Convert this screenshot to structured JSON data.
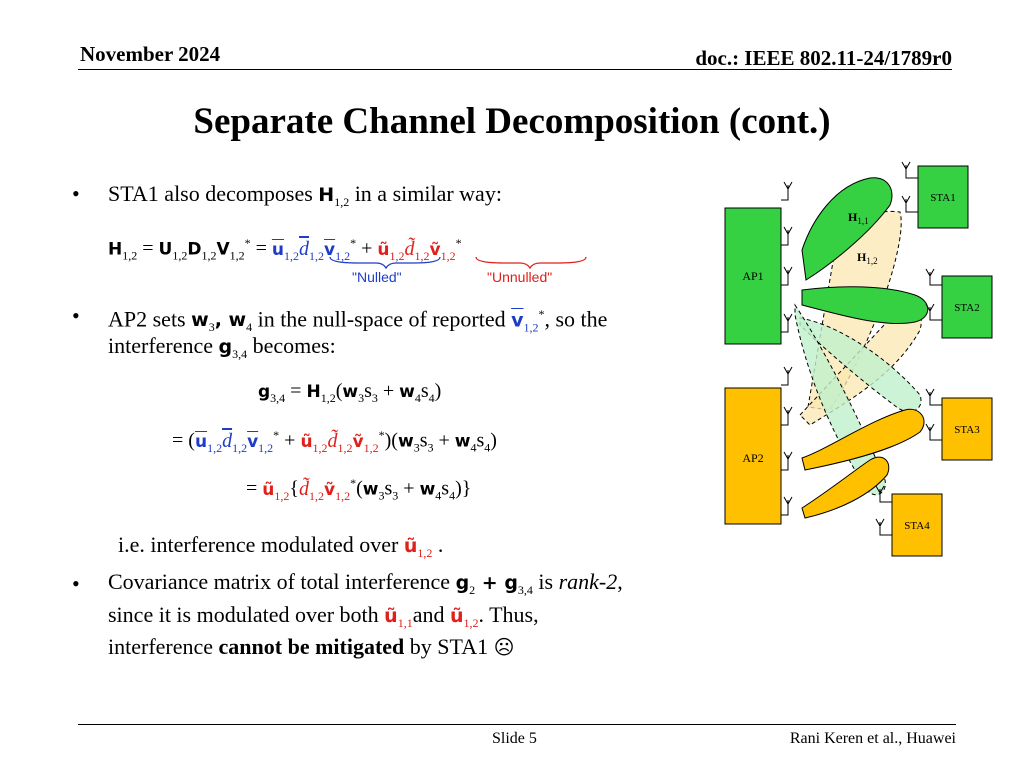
{
  "header": {
    "date": "November 2024",
    "doc_id": "doc.: IEEE 802.11-24/1789r0"
  },
  "slide": {
    "title": "Separate Channel Decomposition (cont.)"
  },
  "bullets": {
    "b1_prefix": "STA1 also decomposes ",
    "b1_suffix": " in a similar way:",
    "b2_line1_prefix": "AP2 sets ",
    "b2_line1_mid": " in the null-space of reported ",
    "b2_line1_suffix": ", so the",
    "b2_line2_prefix": "interference ",
    "b2_line2_suffix": " becomes:",
    "ie_prefix": "i.e. interference modulated over ",
    "ie_suffix": " .",
    "b3_line1_prefix": "Covariance matrix of total interference ",
    "b3_line1_mid": " is ",
    "b3_line1_em": "rank-2",
    "b3_line1_suffix": ",",
    "b3_line2_prefix": "since it is modulated over both ",
    "b3_line2_and": "and ",
    "b3_line2_suffix": ". Thus,",
    "b3_line3_prefix": "interference ",
    "b3_line3_bold": "cannot be mitigated",
    "b3_line3_suffix": " by STA1 ",
    "b3_emoji": "☹"
  },
  "labels": {
    "nulled": "\"Nulled\"",
    "unnulled": "\"Unnulled\""
  },
  "diagram": {
    "ap1": "AP1",
    "ap2": "AP2",
    "sta1": "STA1",
    "sta2": "STA2",
    "sta3": "STA3",
    "sta4": "STA4",
    "h11_base": "H",
    "h11_sub": "1,1",
    "h12_base": "H",
    "h12_sub": "1,2",
    "colors": {
      "green": "#35d143",
      "orange": "#ffc000",
      "light_green": "#bff0cc",
      "light_orange": "#fbe7b0"
    }
  },
  "footer": {
    "slide": "Slide 5",
    "author": "Rani Keren et al., Huawei"
  }
}
